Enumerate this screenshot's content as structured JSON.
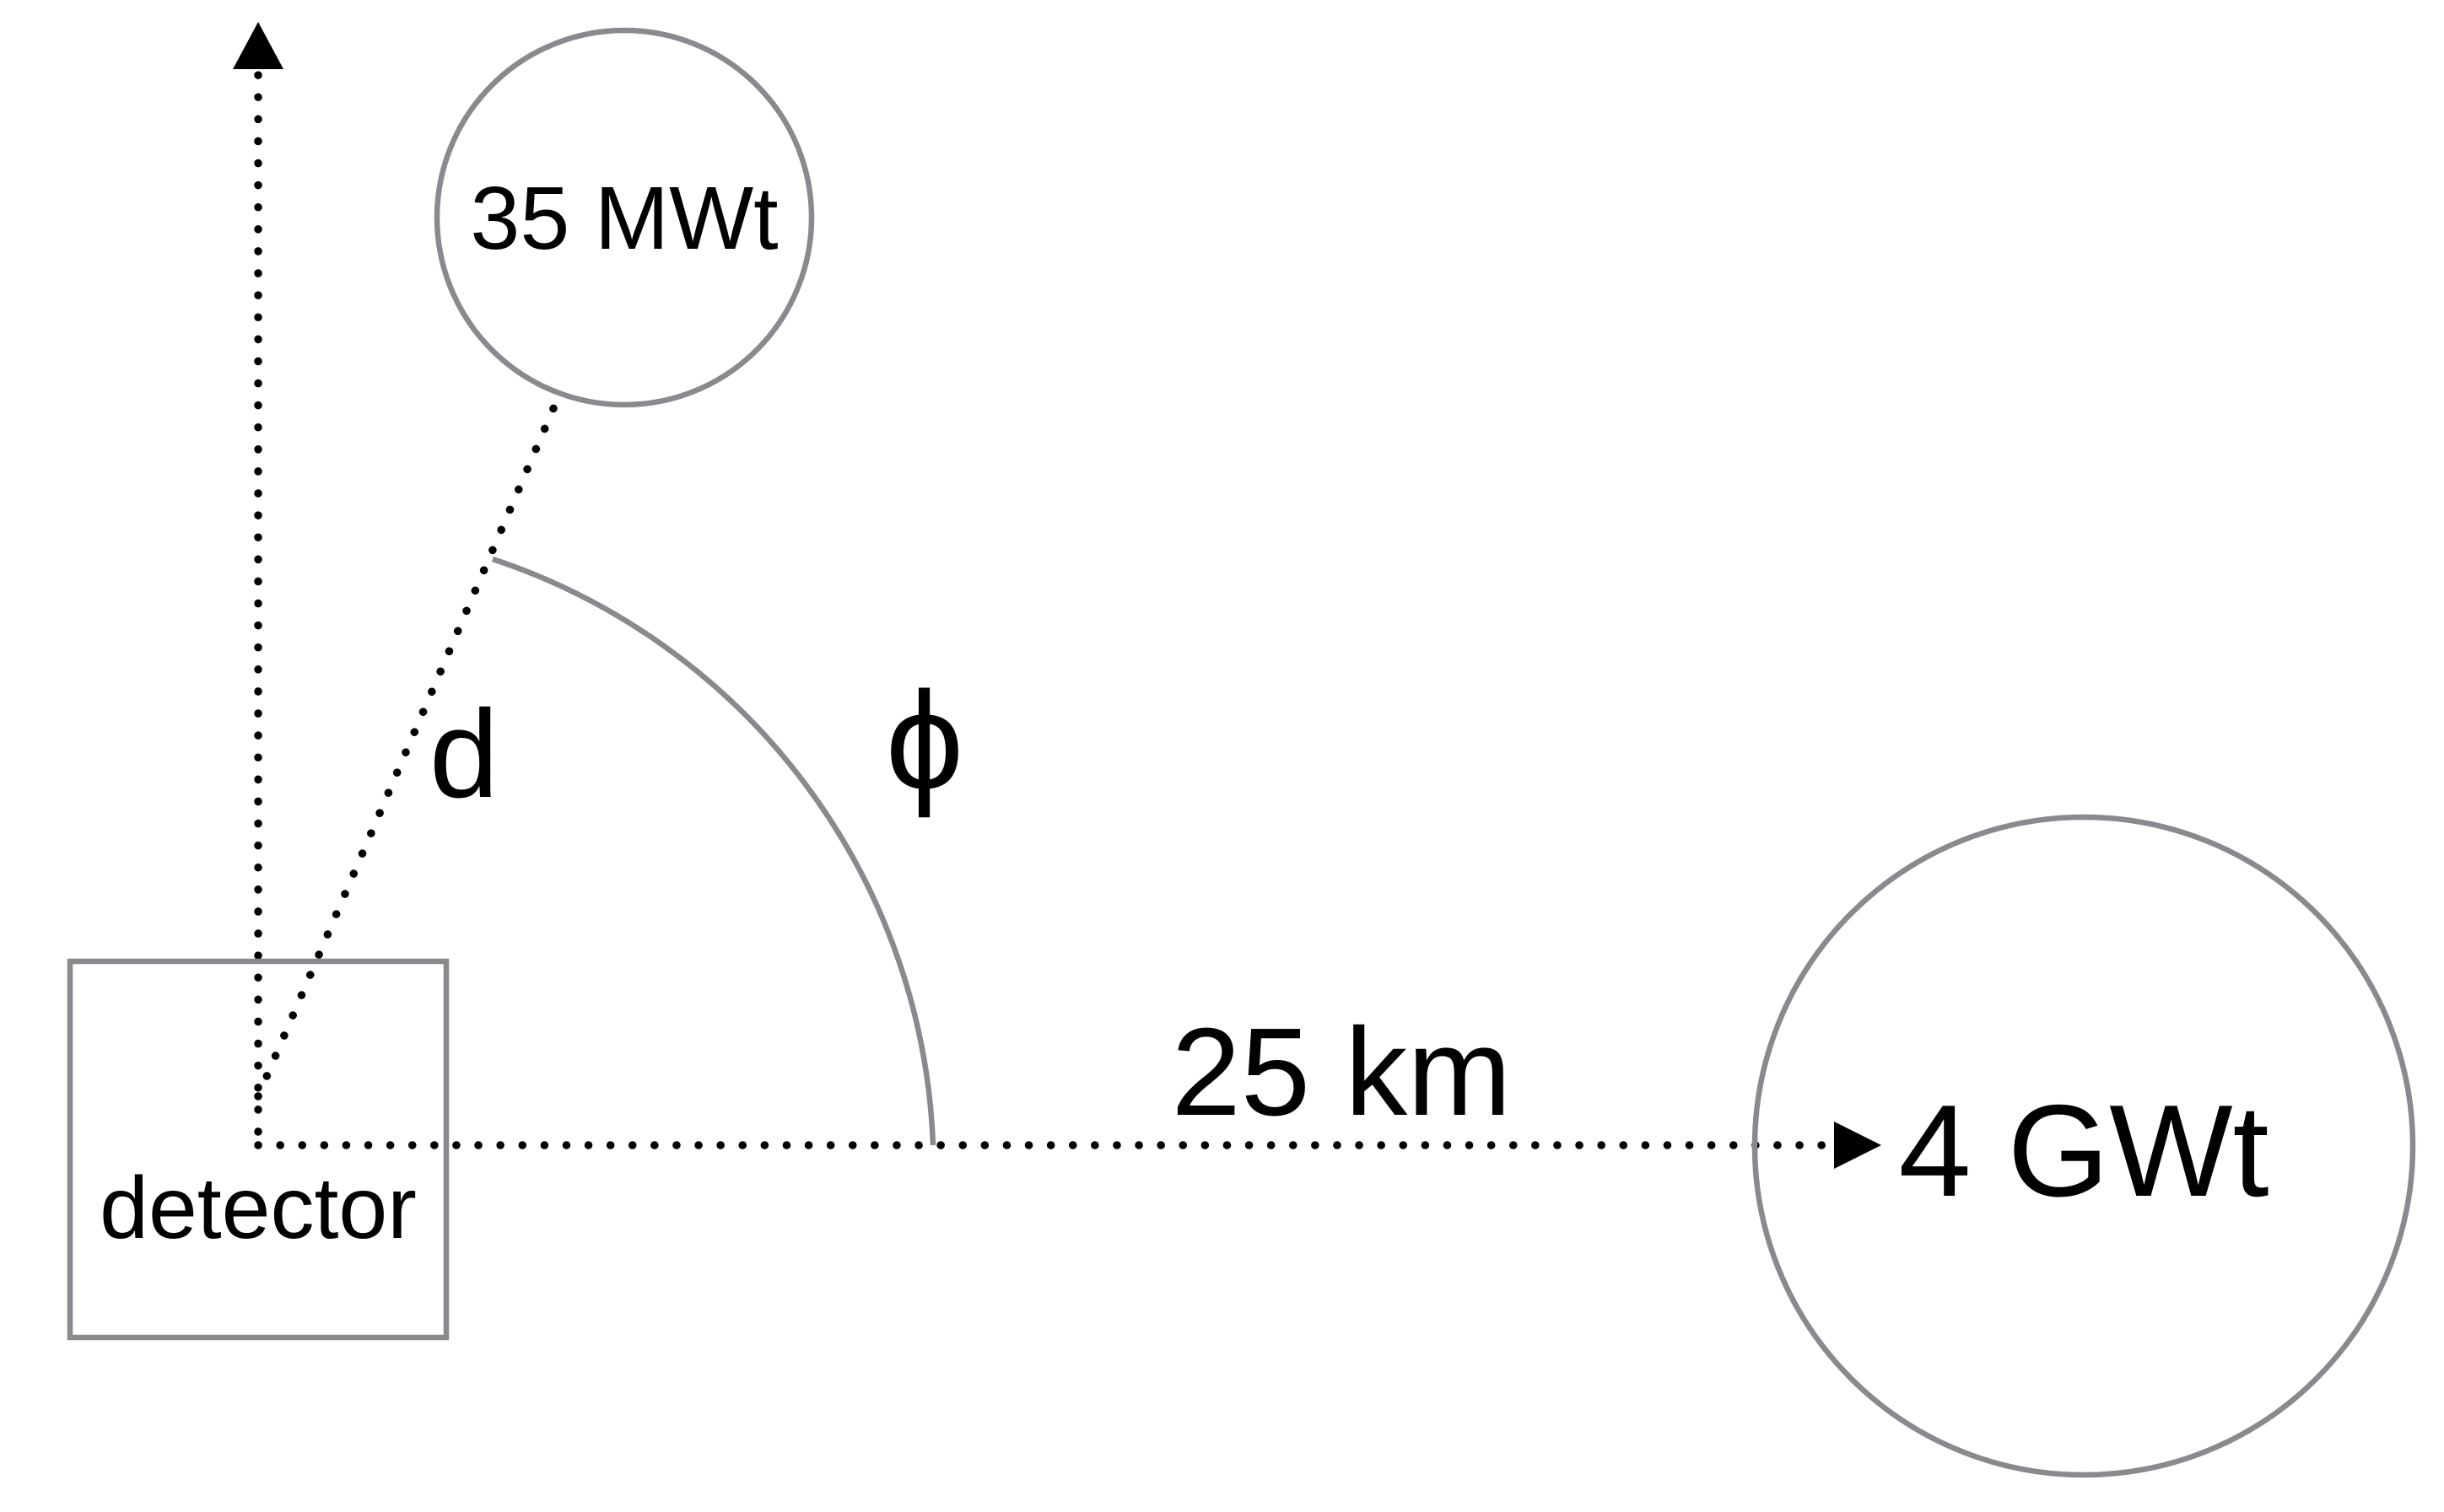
{
  "labels": {
    "small_reactor": "35 MWt",
    "large_reactor": "4 GWt",
    "detector": "detector",
    "distance": "25 km",
    "baseline": "d",
    "angle": "ϕ"
  },
  "colors": {
    "outline": "#8a898d",
    "lines": "#000000",
    "text": "#000000",
    "background": "#ffffff"
  }
}
